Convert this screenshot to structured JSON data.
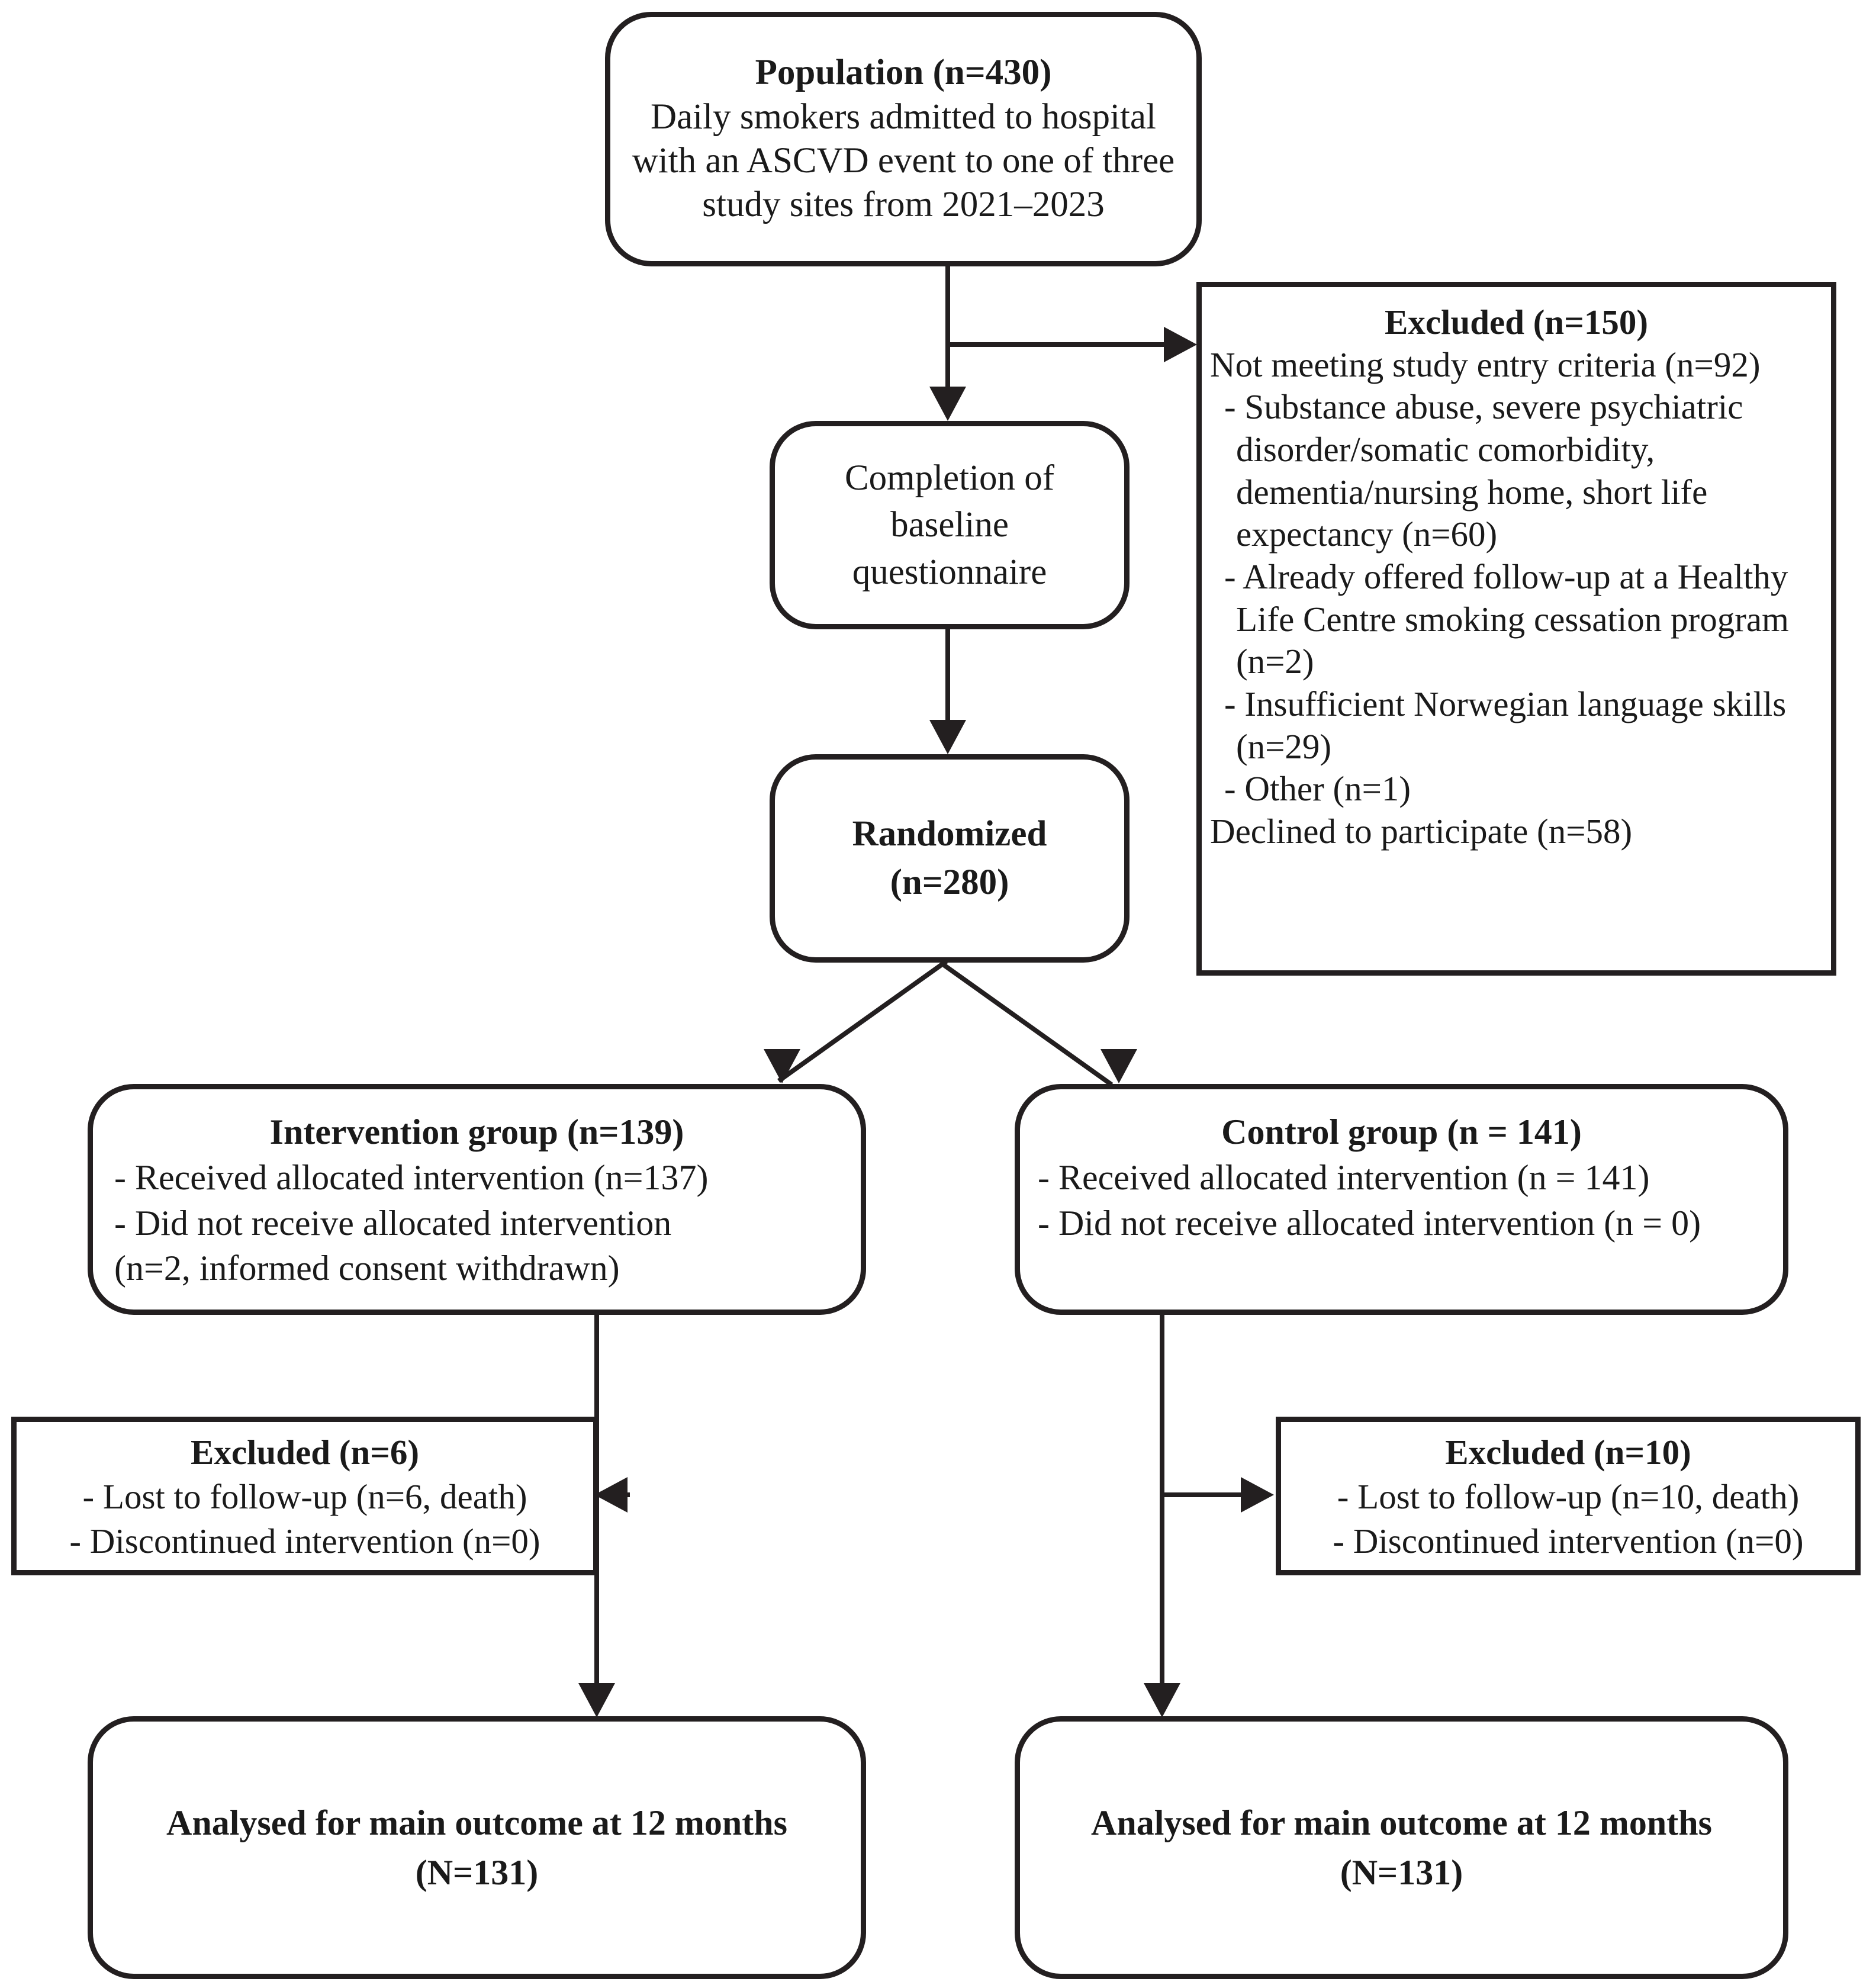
{
  "diagram": {
    "type": "consort-flow-diagram",
    "title": "CONSORT participant flow diagram"
  },
  "nodes": {
    "population": {
      "heading": "Population (n=430)",
      "lines": [
        "Daily smokers admitted to hospital",
        "with an ASCVD event to one of three",
        "study sites from 2021–2023"
      ],
      "n": 430
    },
    "excluded_main": {
      "heading": "Excluded (n=150)",
      "n": 150,
      "items": [
        {
          "text": "Not meeting study entry criteria (n=92)",
          "indent": false,
          "n": 92
        },
        {
          "text": "- Substance abuse, severe psychiatric disorder/somatic comorbidity, dementia/nursing home, short life expectancy (n=60)",
          "indent": true,
          "n": 60
        },
        {
          "text": "- Already offered follow-up at a Healthy Life Centre smoking cessation program (n=2)",
          "indent": true,
          "n": 2
        },
        {
          "text": "- Insufficient Norwegian language skills (n=29)",
          "indent": true,
          "n": 29
        },
        {
          "text": "- Other (n=1)",
          "indent": true,
          "n": 1
        },
        {
          "text": "Declined to participate (n=58)",
          "indent": false,
          "n": 58
        }
      ]
    },
    "baseline": {
      "lines": [
        "Completion of",
        "baseline",
        "questionnaire"
      ]
    },
    "randomized": {
      "heading": "Randomized",
      "count_label": "(n=280)",
      "n": 280
    },
    "intervention": {
      "heading": "Intervention group (n=139)",
      "n": 139,
      "items": [
        "- Received allocated intervention (n=137)",
        "- Did not receive allocated intervention",
        "(n=2, informed consent withdrawn)"
      ]
    },
    "control": {
      "heading": "Control group (n = 141)",
      "n": 141,
      "items": [
        "- Received allocated intervention (n = 141)",
        "- Did not receive allocated intervention (n = 0)"
      ]
    },
    "excluded_intervention": {
      "heading": "Excluded (n=6)",
      "n": 6,
      "items": [
        "- Lost to follow-up (n=6, death)",
        "- Discontinued intervention (n=0)"
      ]
    },
    "excluded_control": {
      "heading": "Excluded (n=10)",
      "n": 10,
      "items": [
        "- Lost to follow-up (n=10, death)",
        "- Discontinued intervention (n=0)"
      ]
    },
    "analysed_intervention": {
      "heading": "Analysed for main outcome at 12 months",
      "count_label": "(N=131)",
      "n": 131
    },
    "analysed_control": {
      "heading": "Analysed for main outcome at 12 months",
      "count_label": "(N=131)",
      "n": 131
    }
  },
  "colors": {
    "stroke": "#231f20",
    "background": "#ffffff",
    "text": "#1a1a1a"
  }
}
